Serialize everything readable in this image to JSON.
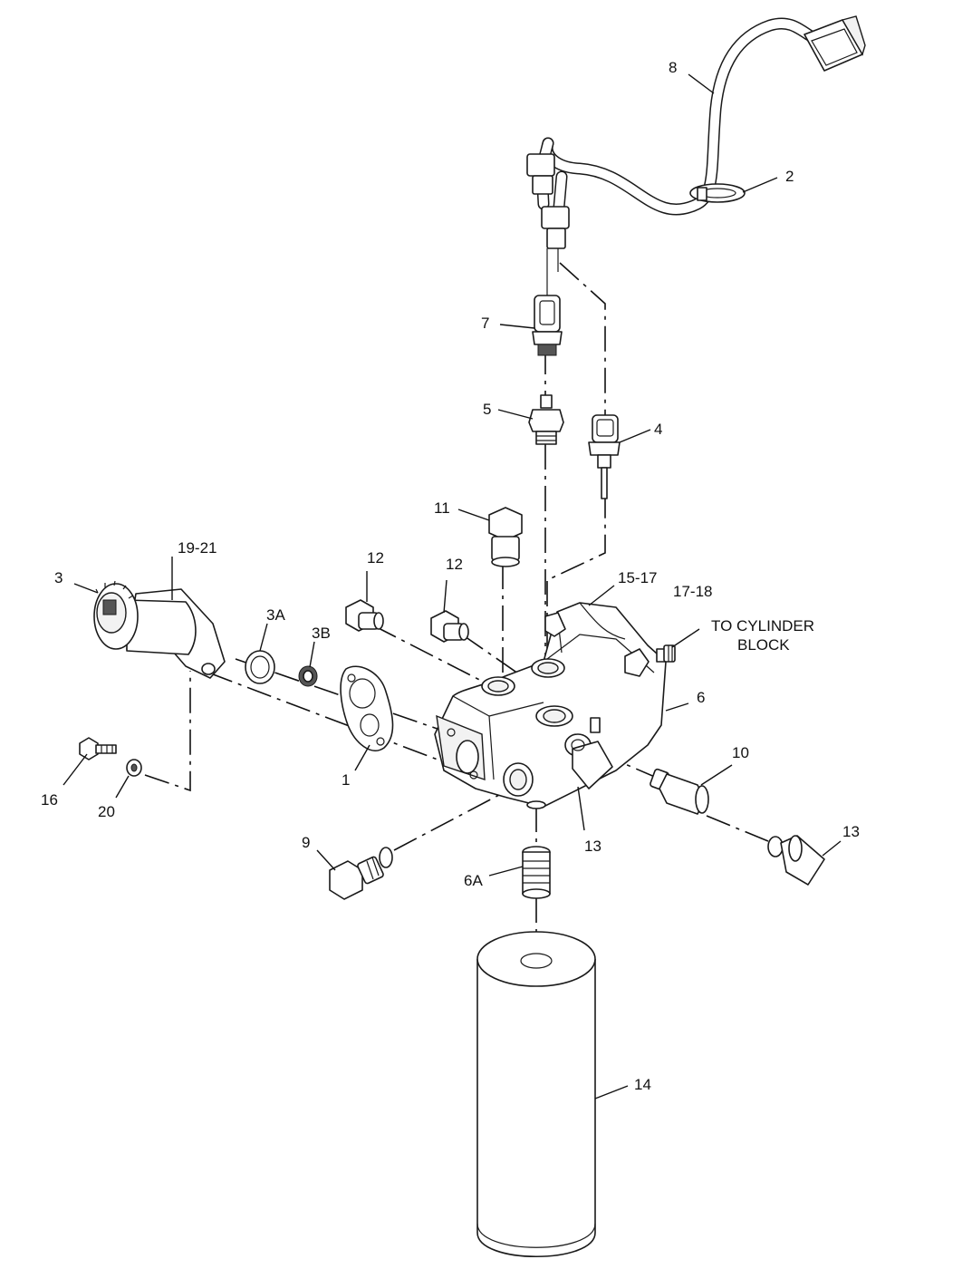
{
  "diagram": {
    "callouts": {
      "c8": "8",
      "c2": "2",
      "c7": "7",
      "c5": "5",
      "c4": "4",
      "c11": "11",
      "c12a": "12",
      "c12b": "12",
      "c15_17": "15-17",
      "c17_18": "17-18",
      "c19_21": "19-21",
      "c3": "3",
      "c3a": "3A",
      "c3b": "3B",
      "c6": "6",
      "c1": "1",
      "c16": "16",
      "c20": "20",
      "c10": "10",
      "c13a": "13",
      "c13b": "13",
      "c9": "9",
      "c6a": "6A",
      "c14": "14"
    },
    "note_line1": "TO CYLINDER",
    "note_line2": "BLOCK"
  }
}
